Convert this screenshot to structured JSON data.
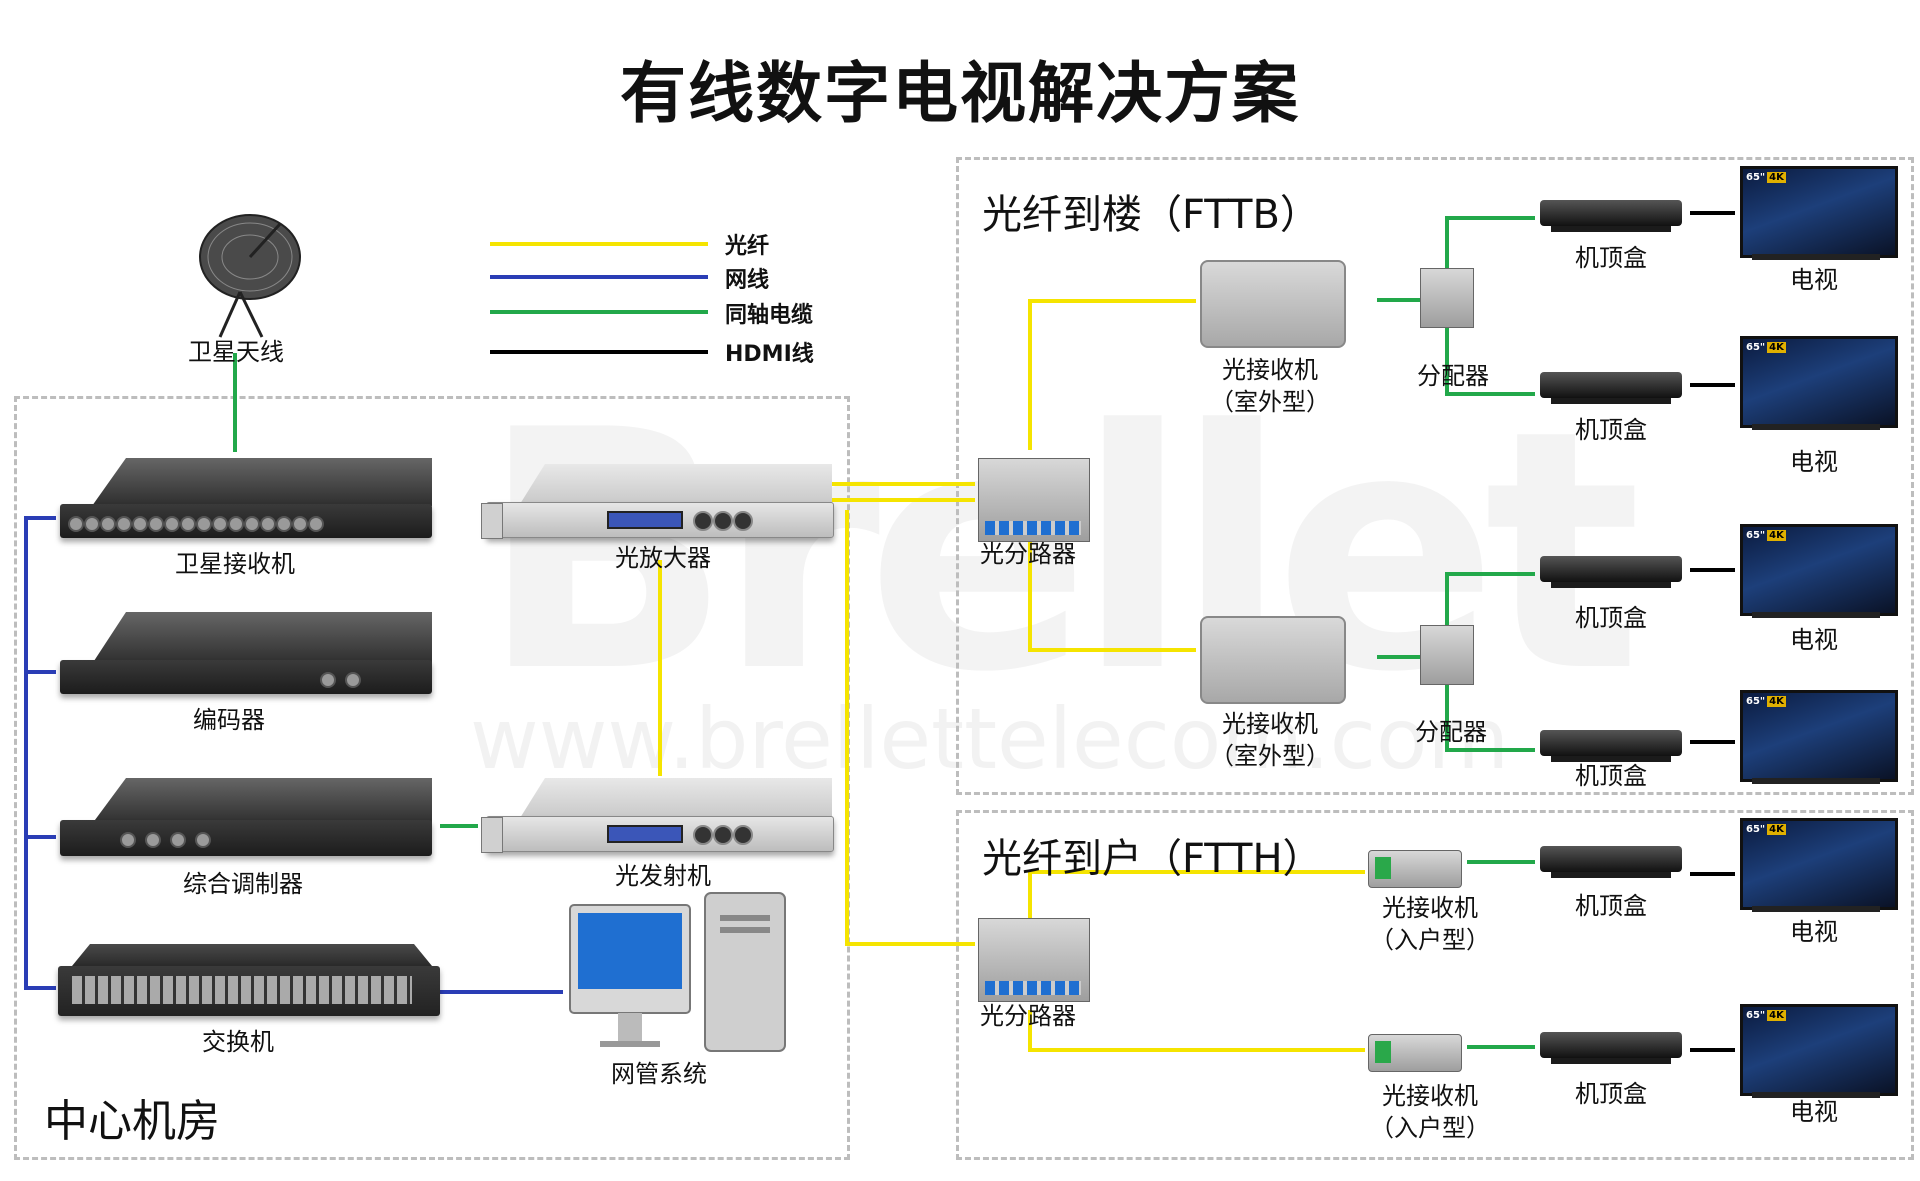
{
  "title": "有线数字电视解决方案",
  "watermark": {
    "brand": "Brellet",
    "url": "www.brellettelecom.com"
  },
  "legend": [
    {
      "label": "光纤",
      "color": "#f5e400"
    },
    {
      "label": "网线",
      "color": "#2a3db5"
    },
    {
      "label": "同轴电缆",
      "color": "#22a84a"
    },
    {
      "label": "HDMI线",
      "color": "#000000"
    }
  ],
  "zones": {
    "center": "中心机房",
    "fttb": "光纤到楼（FTTB）",
    "ftth": "光纤到户（FTTH）"
  },
  "devices": {
    "satellite_antenna": "卫星天线",
    "satellite_receiver": "卫星接收机",
    "encoder": "编码器",
    "modulator": "综合调制器",
    "switch": "交换机",
    "optical_amplifier": "光放大器",
    "optical_transmitter": "光发射机",
    "nms": "网管系统",
    "splitter_fttb": "光分路器",
    "splitter_ftth": "光分路器",
    "outdoor_receiver": "光接收机",
    "outdoor_receiver_type": "（室外型）",
    "distributor": "分配器",
    "home_receiver": "光接收机",
    "home_receiver_type": "（入户型）",
    "stb": "机顶盒",
    "tv": "电视",
    "tv_badge_size": "65\"",
    "tv_badge_4k": "4K"
  }
}
